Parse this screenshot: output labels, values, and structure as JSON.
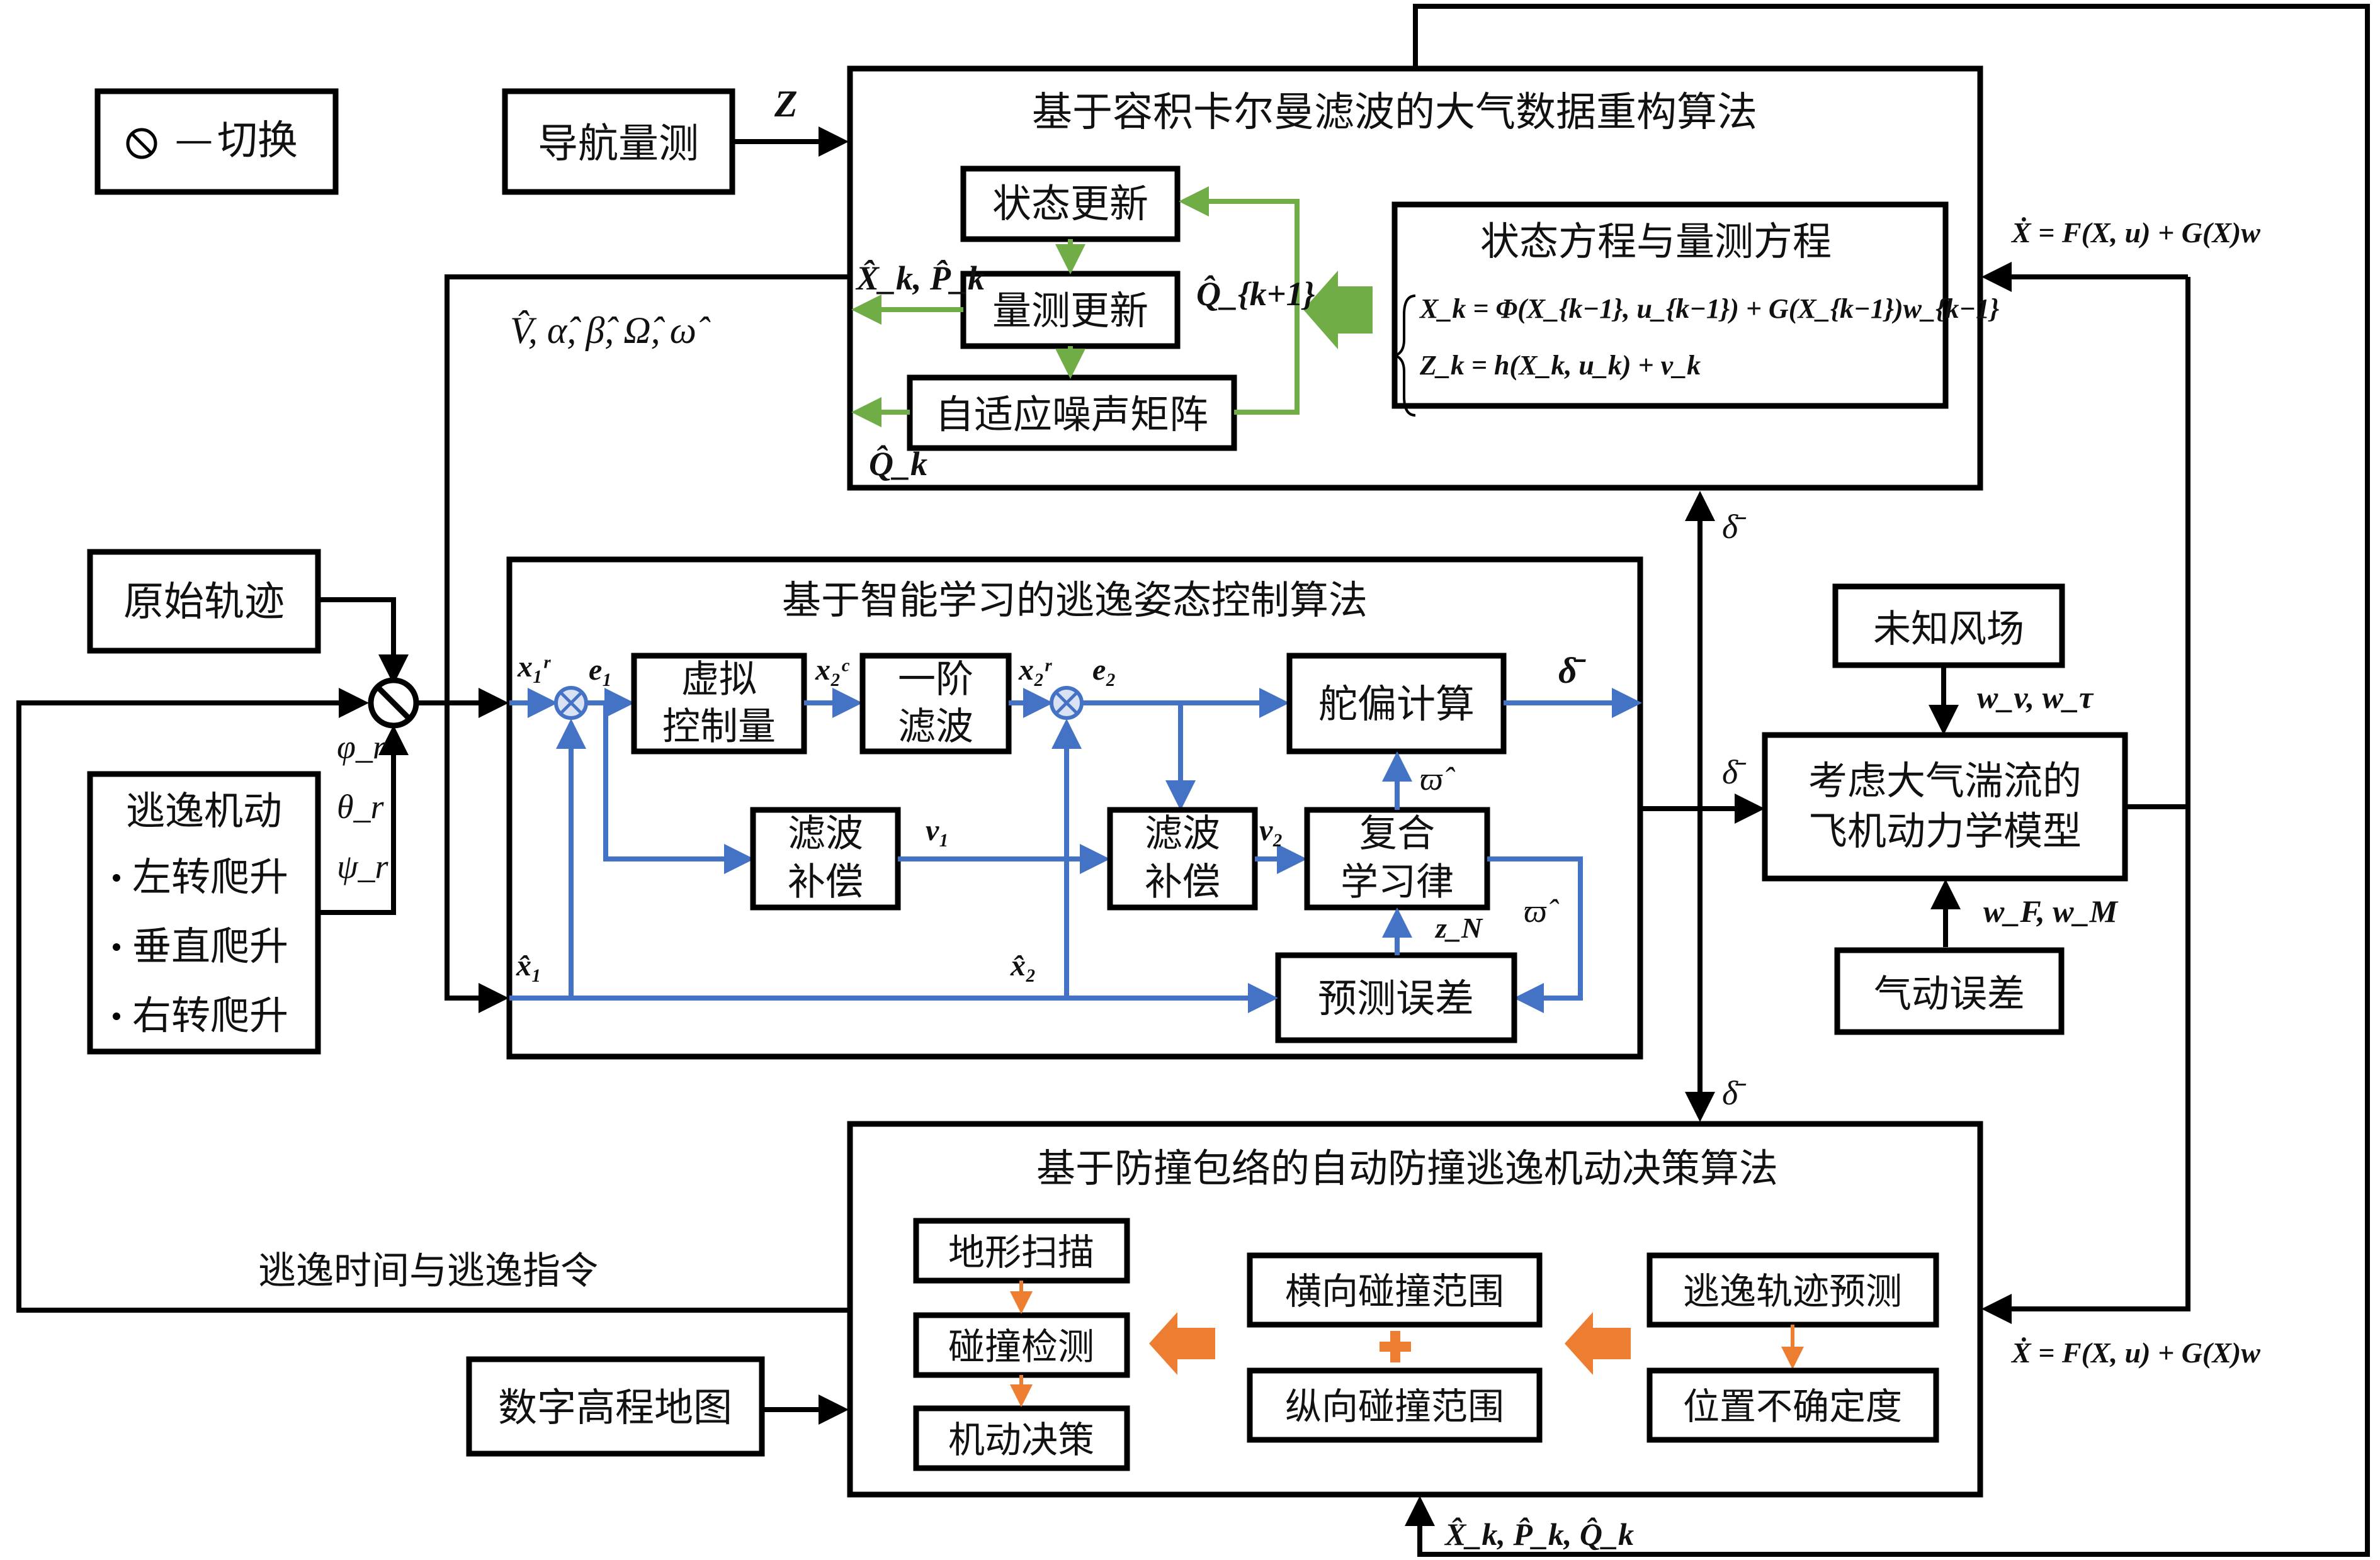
{
  "colors": {
    "green_panel": "#E2EFDA",
    "blue_panel": "#D9E2F3",
    "orange_panel": "#FBE4D5",
    "model_box": "#FFF2CC",
    "gray_box": "#F2F2F2",
    "blue_line": "#4472C4",
    "green_line": "#70AD47",
    "orange_line": "#ED7D31"
  },
  "legend": {
    "symbol": "⊘",
    "dash": "—",
    "label": "切换"
  },
  "nav_measure": {
    "label": "导航量测",
    "signal": "Z"
  },
  "green_panel": {
    "title": "基于容积卡尔曼滤波的大气数据重构算法",
    "blocks": {
      "state_update": "状态更新",
      "measure_update": "量测更新",
      "adaptive_noise": "自适应噪声矩阵"
    },
    "equations_box": {
      "title": "状态方程与量测方程",
      "eq1": "X_k = Φ(X_{k−1}, u_{k−1}) + G(X_{k−1})w_{k−1}",
      "eq2": "Z_k = h(X_k, u_k) + v_k"
    },
    "labels": {
      "xp_out": "X̂_k, P̂_k",
      "q_next": "Q̂_{k+1}",
      "q_out": "Q̂_k"
    }
  },
  "estimates_label": "V̂, α̂, β̂, Ω̂, ω̂",
  "original_traj": {
    "label": "原始轨迹"
  },
  "escape_maneuver": {
    "title": "逃逸机动",
    "items": [
      "左转爬升",
      "垂直爬升",
      "右转爬升"
    ],
    "signals": [
      "φ_r",
      "θ_r",
      "ψ_r"
    ]
  },
  "blue_panel": {
    "title": "基于智能学习的逃逸姿态控制算法",
    "blocks": {
      "virtual_ctrl": [
        "虚拟",
        "控制量"
      ],
      "first_order": [
        "一阶",
        "滤波"
      ],
      "rudder_calc": "舵偏计算",
      "filter_comp1": [
        "滤波",
        "补偿"
      ],
      "filter_comp2": [
        "滤波",
        "补偿"
      ],
      "composite_learning": [
        "复合",
        "学习律"
      ],
      "pred_error": "预测误差"
    },
    "signals": {
      "x1r": "x₁ʳ",
      "e1": "e₁",
      "x2c": "x₂ᶜ",
      "x2r": "x₂ʳ",
      "e2": "e₂",
      "delta_bar": "δ̄",
      "v1": "v₁",
      "v2": "v₂",
      "varpi_hat": "ϖ̂",
      "zN": "z_N",
      "x1_hat": "x̂₁",
      "x2_hat": "x̂₂"
    }
  },
  "aircraft_model": {
    "lines": [
      "考虑大气湍流的",
      "飞机动力学模型"
    ],
    "delta_in": "δ̄"
  },
  "unknown_wind": {
    "label": "未知风场",
    "signal": "w_v, w_τ"
  },
  "aero_error": {
    "label": "气动误差",
    "signal": "w_F, w_M"
  },
  "delta_labels": {
    "upper": "δ̄",
    "lower": "δ̄"
  },
  "state_eq": "Ẋ = F(X, u) + G(X)w",
  "orange_panel": {
    "title": "基于防撞包络的自动防撞逃逸机动决策算法",
    "blocks": {
      "terrain_scan": "地形扫描",
      "collision_detect": "碰撞检测",
      "maneuver_decision": "机动决策",
      "lateral_range": "横向碰撞范围",
      "longitudinal_range": "纵向碰撞范围",
      "traj_predict": "逃逸轨迹预测",
      "pos_uncertainty": "位置不确定度"
    },
    "plus": "+"
  },
  "escape_cmd_label": "逃逸时间与逃逸指令",
  "dem": {
    "label": "数字高程地图"
  },
  "bottom_feed": "X̂_k, P̂_k, Q̂_k"
}
